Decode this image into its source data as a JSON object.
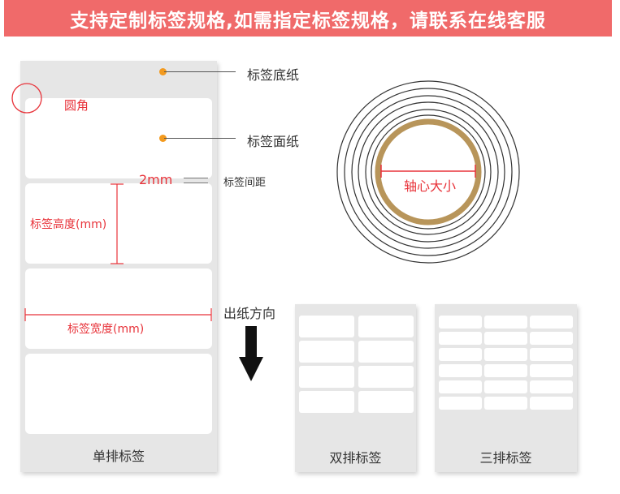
{
  "banner": {
    "text": "支持定制标签规格,如需指定标签规格，请联系在线客服"
  },
  "annotations": {
    "backing_paper": "标签底纸",
    "face_paper": "标签面纸",
    "round_corner": "圆角",
    "gap_value": "2mm",
    "gap_label": "标签间距",
    "height_label": "标签高度(mm)",
    "width_label": "标签宽度(mm)",
    "feed_direction": "出纸方向",
    "core_size": "轴心大小"
  },
  "strips": {
    "single": "单排标签",
    "double": "双排标签",
    "triple": "三排标签"
  },
  "colors": {
    "banner": "#f06a6a",
    "accent_red": "#e8333a",
    "dot_orange": "#f39a1e",
    "core_gold": "#b8955a"
  }
}
